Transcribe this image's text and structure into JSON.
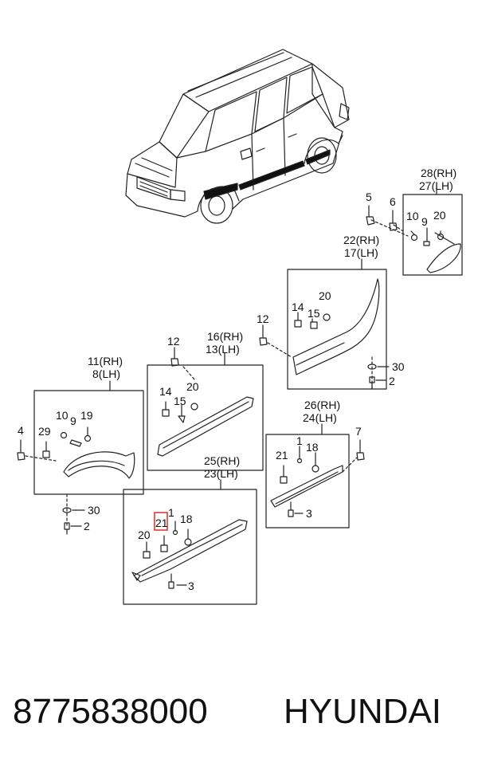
{
  "labels": {
    "p28_27": [
      "28(RH)",
      "27(LH)"
    ],
    "p22_17": [
      "22(RH)",
      "17(LH)"
    ],
    "p16_13": [
      "16(RH)",
      "13(LH)"
    ],
    "p11_8": [
      "11(RH)",
      "8(LH)"
    ],
    "p26_24": [
      "26(RH)",
      "24(LH)"
    ],
    "p25_23": [
      "25(RH)",
      "23(LH)"
    ],
    "n5": "5",
    "n6": "6",
    "n10a": "10",
    "n9a": "9",
    "n20a": "20",
    "n12a": "12",
    "n14a": "14",
    "n15a": "15",
    "n20b": "20",
    "n30a": "30",
    "n2a": "2",
    "n12b": "12",
    "n14b": "14",
    "n15b": "15",
    "n20c": "20",
    "n4": "4",
    "n29": "29",
    "n10b": "10",
    "n9b": "9",
    "n19": "19",
    "n30b": "30",
    "n2b": "2",
    "n7": "7",
    "n1a": "1",
    "n21a": "21",
    "n18a": "18",
    "n3a": "3",
    "n1b": "1",
    "n20d": "20",
    "n21b": "21",
    "n18b": "18",
    "n3b": "3"
  },
  "footer": {
    "part_number": "8775838000",
    "brand": "HYUNDAI"
  },
  "highlight": {
    "color": "#e53935"
  }
}
